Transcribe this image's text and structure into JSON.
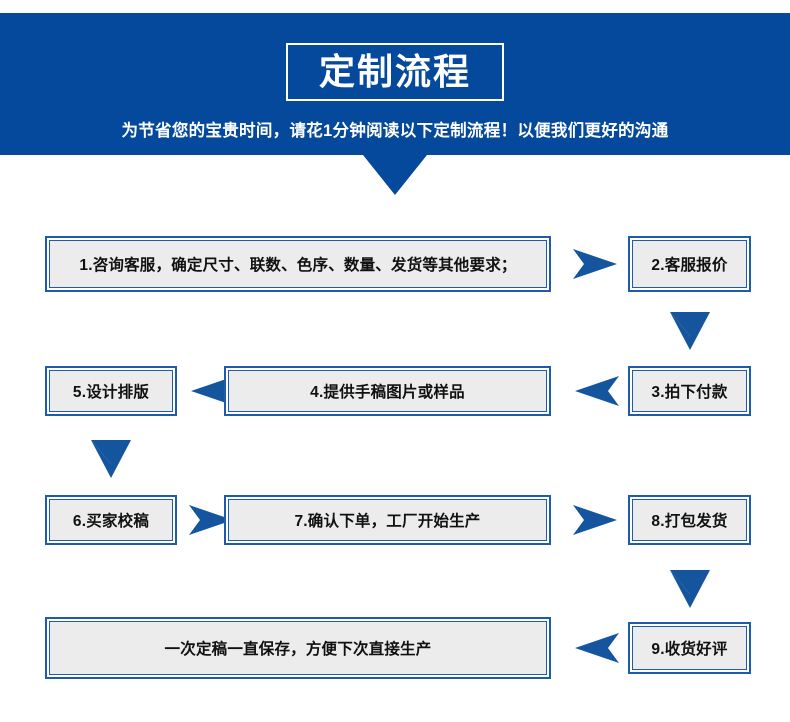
{
  "header": {
    "title": "定制流程",
    "subtitle": "为节省您的宝贵时间，请花1分钟阅读以下定制流程！以便我们更好的沟通",
    "background_color": "#04499c",
    "text_color": "#ffffff"
  },
  "theme": {
    "banner_blue": "#04499c",
    "box_border_blue": "#1f5bab",
    "box_fill_grey": "#ececec",
    "arrow_blue": "#14559e",
    "text_dark": "#111111",
    "page_background": "#ffffff"
  },
  "flow": {
    "steps": [
      {
        "id": "step-1",
        "label": "1.咨询客服，确定尺寸、联数、色序、数量、发货等其他要求；"
      },
      {
        "id": "step-2",
        "label": "2.客服报价"
      },
      {
        "id": "step-3",
        "label": "3.拍下付款"
      },
      {
        "id": "step-4",
        "label": "4.提供手稿图片或样品"
      },
      {
        "id": "step-5",
        "label": "5.设计排版"
      },
      {
        "id": "step-6",
        "label": "6.买家校稿"
      },
      {
        "id": "step-7",
        "label": "7.确认下单，工厂开始生产"
      },
      {
        "id": "step-8",
        "label": "8.打包发货"
      },
      {
        "id": "step-9",
        "label": "9.收货好评"
      },
      {
        "id": "step-10",
        "label": "一次定稿一直保存，方便下次直接生产"
      }
    ],
    "connectors": [
      {
        "id": "connector-banner-down",
        "direction": "down",
        "from": "header",
        "to": "step-1"
      },
      {
        "id": "connector-1-to-2",
        "direction": "right",
        "from": "step-1",
        "to": "step-2"
      },
      {
        "id": "connector-2-to-3",
        "direction": "down",
        "from": "step-2",
        "to": "step-3"
      },
      {
        "id": "connector-3-to-4",
        "direction": "left",
        "from": "step-3",
        "to": "step-4"
      },
      {
        "id": "connector-4-to-5",
        "direction": "left",
        "from": "step-4",
        "to": "step-5"
      },
      {
        "id": "connector-5-to-6",
        "direction": "down",
        "from": "step-5",
        "to": "step-6"
      },
      {
        "id": "connector-6-to-7",
        "direction": "right",
        "from": "step-6",
        "to": "step-7"
      },
      {
        "id": "connector-7-to-8",
        "direction": "right",
        "from": "step-7",
        "to": "step-8"
      },
      {
        "id": "connector-8-to-9",
        "direction": "down",
        "from": "step-8",
        "to": "step-9"
      },
      {
        "id": "connector-9-to-10",
        "direction": "left",
        "from": "step-9",
        "to": "step-10"
      }
    ]
  }
}
